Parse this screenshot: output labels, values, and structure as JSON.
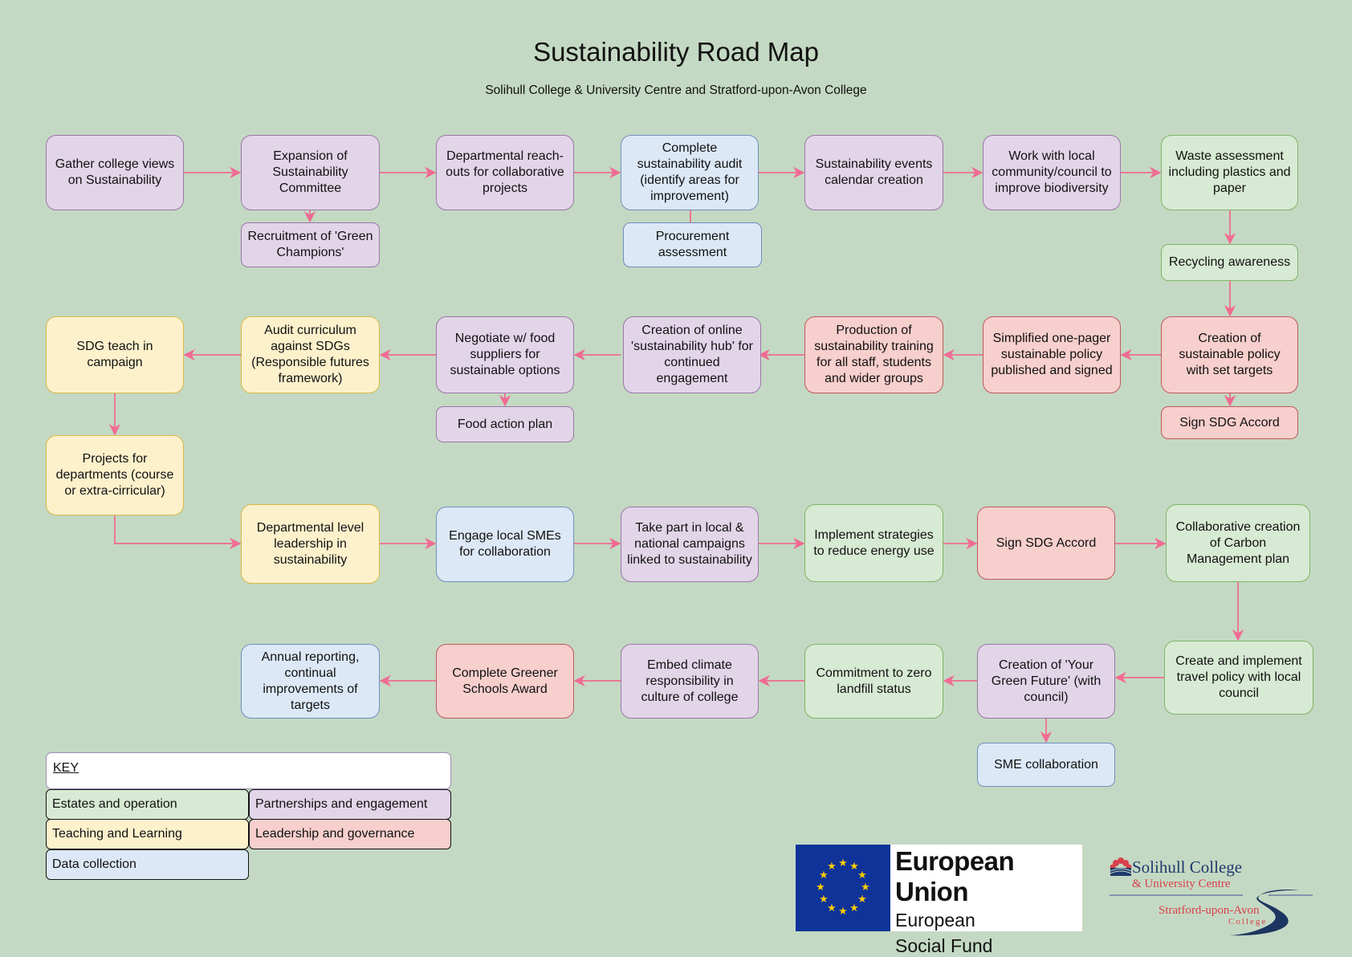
{
  "header": {
    "title": "Sustainability Road Map",
    "subtitle": "Solihull College & University Centre and Stratford-upon-Avon College"
  },
  "colors": {
    "background": "#c4d9c3",
    "arrow": "#f06b93",
    "estates_and_operation": "#d7ead3",
    "partnerships_and_engagement": "#e2d5e8",
    "teaching_and_learning": "#fdf1cc",
    "leadership_and_governance": "#f7cfcd",
    "data_collection": "#dce8f6"
  },
  "nodes": {
    "gather_views": {
      "label": "Gather college views on Sustainability",
      "category": "Partnerships and engagement"
    },
    "expansion_committee": {
      "label": "Expansion of Sustainability Committee",
      "category": "Partnerships and engagement"
    },
    "recruitment_green_champions": {
      "label": "Recruitment of 'Green Champions'",
      "category": "Partnerships and engagement"
    },
    "departmental_reach_outs": {
      "label": "Departmental reach-outs for collaborative projects",
      "category": "Partnerships and engagement"
    },
    "complete_audit": {
      "label": "Complete sustainability audit (identify areas for improvement)",
      "category": "Data collection"
    },
    "procurement_assessment": {
      "label": "Procurement assessment",
      "category": "Data collection"
    },
    "events_calendar": {
      "label": "Sustainability events calendar creation",
      "category": "Partnerships and engagement"
    },
    "local_biodiversity": {
      "label": "Work with local community/council to improve biodiversity",
      "category": "Partnerships and engagement"
    },
    "waste_assessment": {
      "label": "Waste assessment including plastics and paper",
      "category": "Estates and operation"
    },
    "recycling_awareness": {
      "label": "Recycling awareness",
      "category": "Estates and operation"
    },
    "sustainable_policy": {
      "label": "Creation of sustainable policy with set targets",
      "category": "Leadership and governance"
    },
    "sign_sdg_accord_1": {
      "label": "Sign SDG Accord",
      "category": "Leadership and governance"
    },
    "one_pager_policy": {
      "label": "Simplified one-pager sustainable policy published and signed",
      "category": "Leadership and governance"
    },
    "sustainability_training": {
      "label": "Production of sustainability training for all staff, students and wider groups",
      "category": "Leadership and governance"
    },
    "online_hub": {
      "label": "Creation of online 'sustainability hub' for continued engagement",
      "category": "Partnerships and engagement"
    },
    "food_suppliers": {
      "label": "Negotiate w/ food suppliers for sustainable options",
      "category": "Partnerships and engagement"
    },
    "food_action_plan": {
      "label": "Food action plan",
      "category": "Partnerships and engagement"
    },
    "audit_curriculum": {
      "label": "Audit curriculum against SDGs (Responsible futures framework)",
      "category": "Teaching and Learning"
    },
    "sdg_teach_in": {
      "label": "SDG teach in campaign",
      "category": "Teaching and Learning"
    },
    "projects_departments": {
      "label": "Projects for departments (course or extra-cirricular)",
      "category": "Teaching and Learning"
    },
    "departmental_leadership": {
      "label": "Departmental level leadership in sustainability",
      "category": "Teaching and Learning"
    },
    "engage_smes": {
      "label": "Engage local SMEs for collaboration",
      "category": "Data collection"
    },
    "local_national_campaigns": {
      "label": "Take part in local & national campaigns linked to sustainability",
      "category": "Partnerships and engagement"
    },
    "reduce_energy": {
      "label": "Implement strategies to reduce energy use",
      "category": "Estates and operation"
    },
    "sign_sdg_accord_2": {
      "label": "Sign SDG Accord",
      "category": "Leadership and governance"
    },
    "carbon_management": {
      "label": "Collaborative creation of Carbon Management plan",
      "category": "Estates and operation"
    },
    "travel_policy": {
      "label": "Create and implement travel policy with local council",
      "category": "Estates and operation"
    },
    "your_green_future": {
      "label": "Creation of 'Your Green Future' (with council)",
      "category": "Partnerships and engagement"
    },
    "sme_collaboration": {
      "label": "SME collaboration",
      "category": "Data collection"
    },
    "zero_landfill": {
      "label": "Commitment to zero landfill status",
      "category": "Estates and operation"
    },
    "embed_climate": {
      "label": "Embed climate responsibility in culture of college",
      "category": "Partnerships and engagement"
    },
    "greener_schools": {
      "label": "Complete Greener Schools Award",
      "category": "Leadership and governance"
    },
    "annual_reporting": {
      "label": "Annual reporting, continual improvements of targets",
      "category": "Data collection"
    }
  },
  "flow_order": [
    "gather_views",
    "expansion_committee",
    "departmental_reach_outs",
    "complete_audit",
    "events_calendar",
    "local_biodiversity",
    "waste_assessment",
    "recycling_awareness",
    "sustainable_policy",
    "one_pager_policy",
    "sustainability_training",
    "online_hub",
    "food_suppliers",
    "audit_curriculum",
    "sdg_teach_in",
    "projects_departments",
    "departmental_leadership",
    "engage_smes",
    "local_national_campaigns",
    "reduce_energy",
    "sign_sdg_accord_2",
    "carbon_management",
    "travel_policy",
    "your_green_future",
    "zero_landfill",
    "embed_climate",
    "greener_schools",
    "annual_reporting"
  ],
  "branches": [
    {
      "from": "expansion_committee",
      "to": "recruitment_green_champions"
    },
    {
      "from": "complete_audit",
      "to": "procurement_assessment"
    },
    {
      "from": "sustainable_policy",
      "to": "sign_sdg_accord_1"
    },
    {
      "from": "food_suppliers",
      "to": "food_action_plan"
    },
    {
      "from": "your_green_future",
      "to": "sme_collaboration"
    }
  ],
  "key": {
    "title": "KEY",
    "items": [
      {
        "label": "Estates and operation",
        "color": "#d7ead3"
      },
      {
        "label": "Partnerships and engagement",
        "color": "#e2d5e8"
      },
      {
        "label": "Teaching and Learning",
        "color": "#fdf1cc"
      },
      {
        "label": "Leadership and governance",
        "color": "#f7cfcd"
      },
      {
        "label": "Data collection",
        "color": "#dce8f6"
      }
    ]
  },
  "logos": {
    "eu": {
      "line1": "European Union",
      "line2": "European",
      "line3": "Social Fund"
    },
    "college": {
      "line1": "Solihull College",
      "line2": "& University Centre",
      "line3": "Stratford-upon-Avon",
      "line4": "College"
    }
  }
}
